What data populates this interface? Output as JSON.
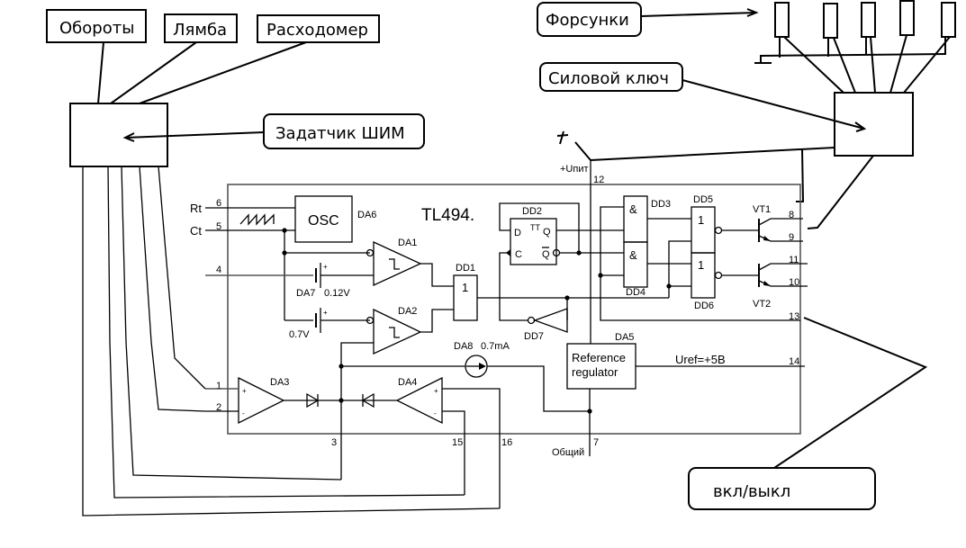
{
  "sensors": {
    "rpm": "Обороты",
    "lambda": "Лямба",
    "flowmeter": "Расходомер"
  },
  "callouts": {
    "pwm_setter": "Задатчик ШИМ",
    "injectors": "Форсунки",
    "power_switch": "Силовой ключ",
    "on_off": "вкл/выкл"
  },
  "chip": {
    "name": "TL494.",
    "supply_label": "+Uпит",
    "ground_label": "Общий",
    "pins": {
      "p1": "1",
      "p2": "2",
      "p3": "3",
      "p4": "4",
      "p5": "5",
      "p6": "6",
      "p7": "7",
      "p8": "8",
      "p9": "9",
      "p10": "10",
      "p11": "11",
      "p12": "12",
      "p13": "13",
      "p14": "14",
      "p15": "15",
      "p16": "16"
    },
    "pin_names": {
      "rt": "Rt",
      "ct": "Ct"
    },
    "blocks": {
      "osc": "OSC",
      "da6": "DA6",
      "da1": "DA1",
      "da2": "DA2",
      "da3": "DA3",
      "da4": "DA4",
      "da5": "DA5",
      "da7": "DA7",
      "da7_value": "0.12V",
      "offset_value": "0.7V",
      "da8": "DA8",
      "da8_value": "0.7mA",
      "dd1": "DD1",
      "dd1_sym": "1",
      "dd2": "DD2",
      "dd2_tt": "TT",
      "dd2_d": "D",
      "dd2_c": "C",
      "dd2_q": "Q",
      "dd2_qbar": "Q",
      "dd3": "DD3",
      "dd4": "DD4",
      "and_sym": "&",
      "dd5": "DD5",
      "dd6": "DD6",
      "or_sym": "1",
      "dd7": "DD7",
      "vt1": "VT1",
      "vt2": "VT2",
      "ref_line1": "Reference",
      "ref_line2": "regulator",
      "uref": "Uref=+5B"
    }
  },
  "supply_symbol": "+",
  "injector_count": 5
}
